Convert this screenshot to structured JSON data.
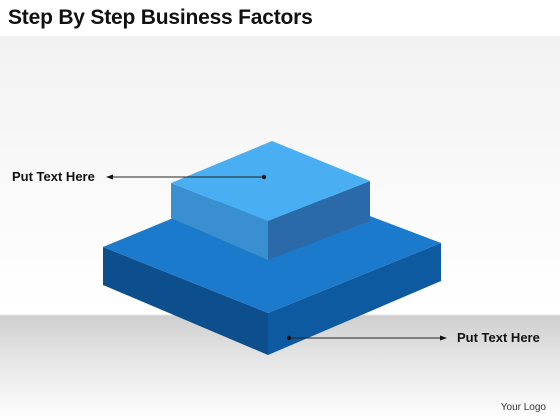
{
  "title": "Step By Step Business Factors",
  "callouts": {
    "top": "Put Text Here",
    "bottom": "Put Text Here"
  },
  "footer": {
    "logo": "Your Logo"
  },
  "colors": {
    "top_face_upper": "#4aaef2",
    "front_face_upper": "#3a8fd0",
    "side_face_upper": "#2a6aa8",
    "top_face_lower": "#1c7acc",
    "front_face_lower": "#0d4f8c",
    "side_face_lower": "#0e5aa0"
  }
}
